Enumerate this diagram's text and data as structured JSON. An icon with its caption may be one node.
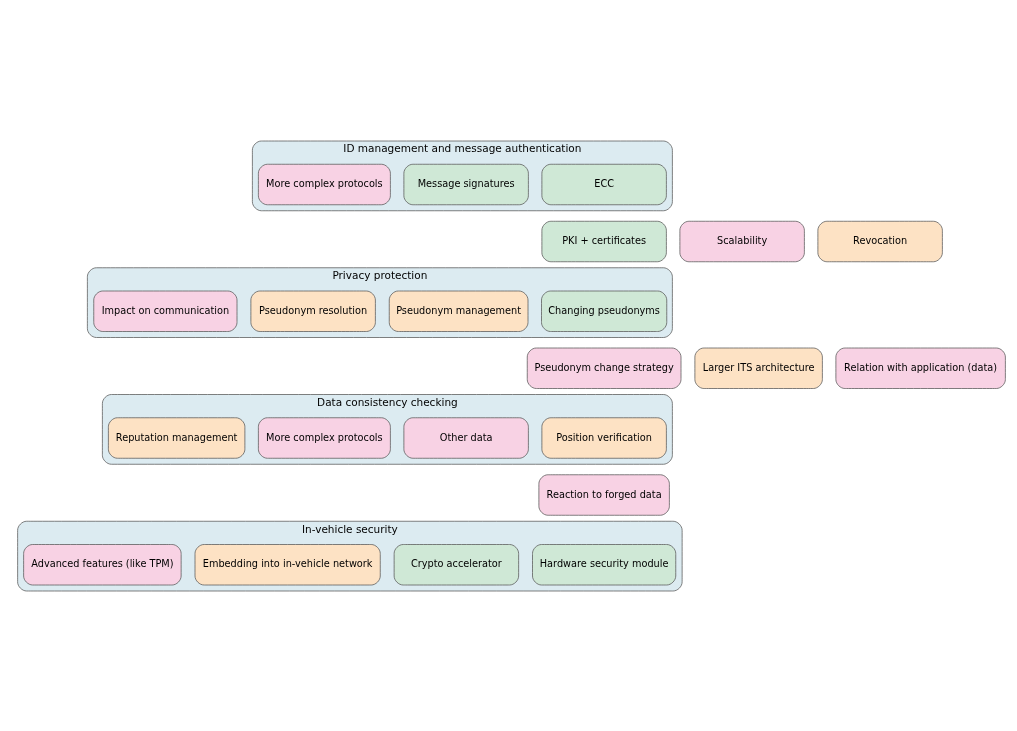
{
  "diagram": {
    "nodes": [
      {
        "text": [
          "ID management and message authentication"
        ]
      },
      {
        "text": [
          "ECC"
        ],
        "in": 0
      },
      {
        "text": [
          "Message signatures"
        ],
        "in": 0
      },
      {
        "text": [
          "More complex protocols"
        ],
        "in": 0
      },
      {
        "text": [
          "Scalability"
        ]
      },
      {
        "text": [
          "PKI + certificates"
        ]
      },
      {
        "text": [
          "Revocation"
        ]
      },
      {
        "text": [
          "Privacy protection"
        ]
      },
      {
        "text": [
          "Changing pseudonyms"
        ],
        "in": 7
      },
      {
        "text": [
          "Pseudonym management"
        ],
        "in": 7
      },
      {
        "text": [
          "Pseudonym resolution"
        ],
        "in": 7
      },
      {
        "text": [
          "Impact on communication"
        ],
        "in": 7
      },
      {
        "text": [
          "Pseudonym change strategy"
        ]
      },
      {
        "text": [
          "Larger ITS architecture"
        ]
      },
      {
        "text": [
          "Relation with application (data)"
        ]
      },
      {
        "text": [
          "Data consistency checking"
        ]
      },
      {
        "text": [
          "Position verification"
        ],
        "in": 15
      },
      {
        "text": [
          "Other data"
        ],
        "in": 15
      },
      {
        "text": [
          "More complex protocols"
        ],
        "in": 15
      },
      {
        "text": [
          "Reputation management"
        ],
        "in": 15
      },
      {
        "text": [
          "Reaction to forged data"
        ]
      },
      {
        "text": [
          "In-vehicle security"
        ]
      },
      {
        "text": [
          "Hardware security module"
        ],
        "in": 21
      },
      {
        "text": [
          "Crypto accelerator"
        ],
        "in": 21
      },
      {
        "text": [
          "Embedding into in-vehicle network"
        ],
        "in": 21
      },
      {
        "text": [
          "Advanced features (like TPM)"
        ],
        "in": 21
      }
    ]
  }
}
